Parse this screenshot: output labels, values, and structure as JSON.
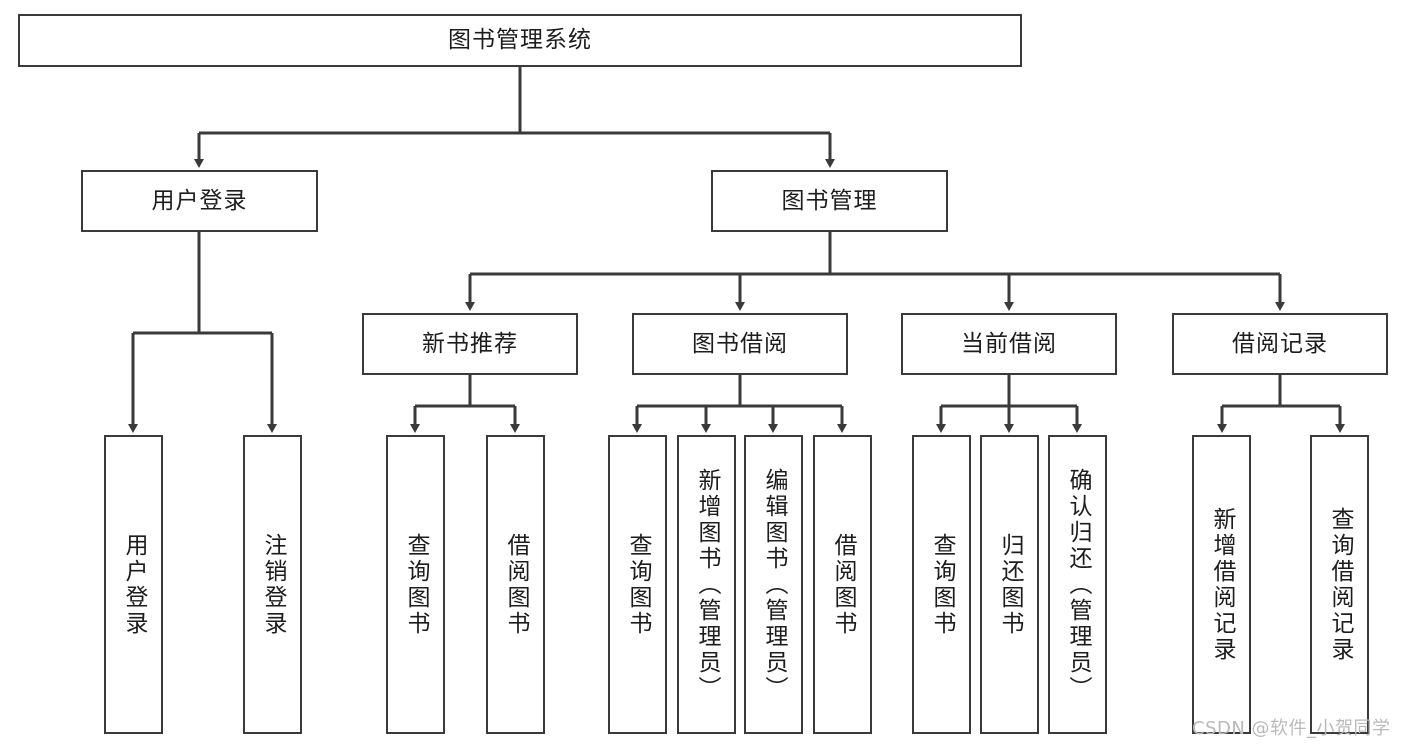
{
  "diagram": {
    "title": "图书管理系统",
    "watermark": "CSDN @软件_小贺同学",
    "line_color": "#3a3a3a",
    "box_fill": "#ffffff",
    "text_color": "#1d1d1d",
    "watermark_color": "#b9b9b9",
    "root": {
      "label": "图书管理系统",
      "orientation": "horizontal"
    },
    "level2": [
      {
        "label": "用户登录",
        "orientation": "horizontal"
      },
      {
        "label": "图书管理",
        "orientation": "horizontal"
      }
    ],
    "level3": [
      {
        "label": "新书推荐",
        "orientation": "horizontal"
      },
      {
        "label": "图书借阅",
        "orientation": "horizontal"
      },
      {
        "label": "当前借阅",
        "orientation": "horizontal"
      },
      {
        "label": "借阅记录",
        "orientation": "horizontal"
      }
    ],
    "leaves": {
      "user_login": [
        {
          "label": "用户登录",
          "orientation": "vertical"
        },
        {
          "label": "注销登录",
          "orientation": "vertical"
        }
      ],
      "new_book_recommend": [
        {
          "label": "查询图书",
          "orientation": "vertical"
        },
        {
          "label": "借阅图书",
          "orientation": "vertical"
        }
      ],
      "book_borrow": [
        {
          "label": "查询图书",
          "orientation": "vertical"
        },
        {
          "label": "新增图书（管理员）",
          "orientation": "vertical"
        },
        {
          "label": "编辑图书（管理员）",
          "orientation": "vertical"
        },
        {
          "label": "借阅图书",
          "orientation": "vertical"
        }
      ],
      "current_borrow": [
        {
          "label": "查询图书",
          "orientation": "vertical"
        },
        {
          "label": "归还图书",
          "orientation": "vertical"
        },
        {
          "label": "确认归还（管理员）",
          "orientation": "vertical"
        }
      ],
      "borrow_record": [
        {
          "label": "新增借阅记录",
          "orientation": "vertical"
        },
        {
          "label": "查询借阅记录",
          "orientation": "vertical"
        }
      ]
    }
  }
}
